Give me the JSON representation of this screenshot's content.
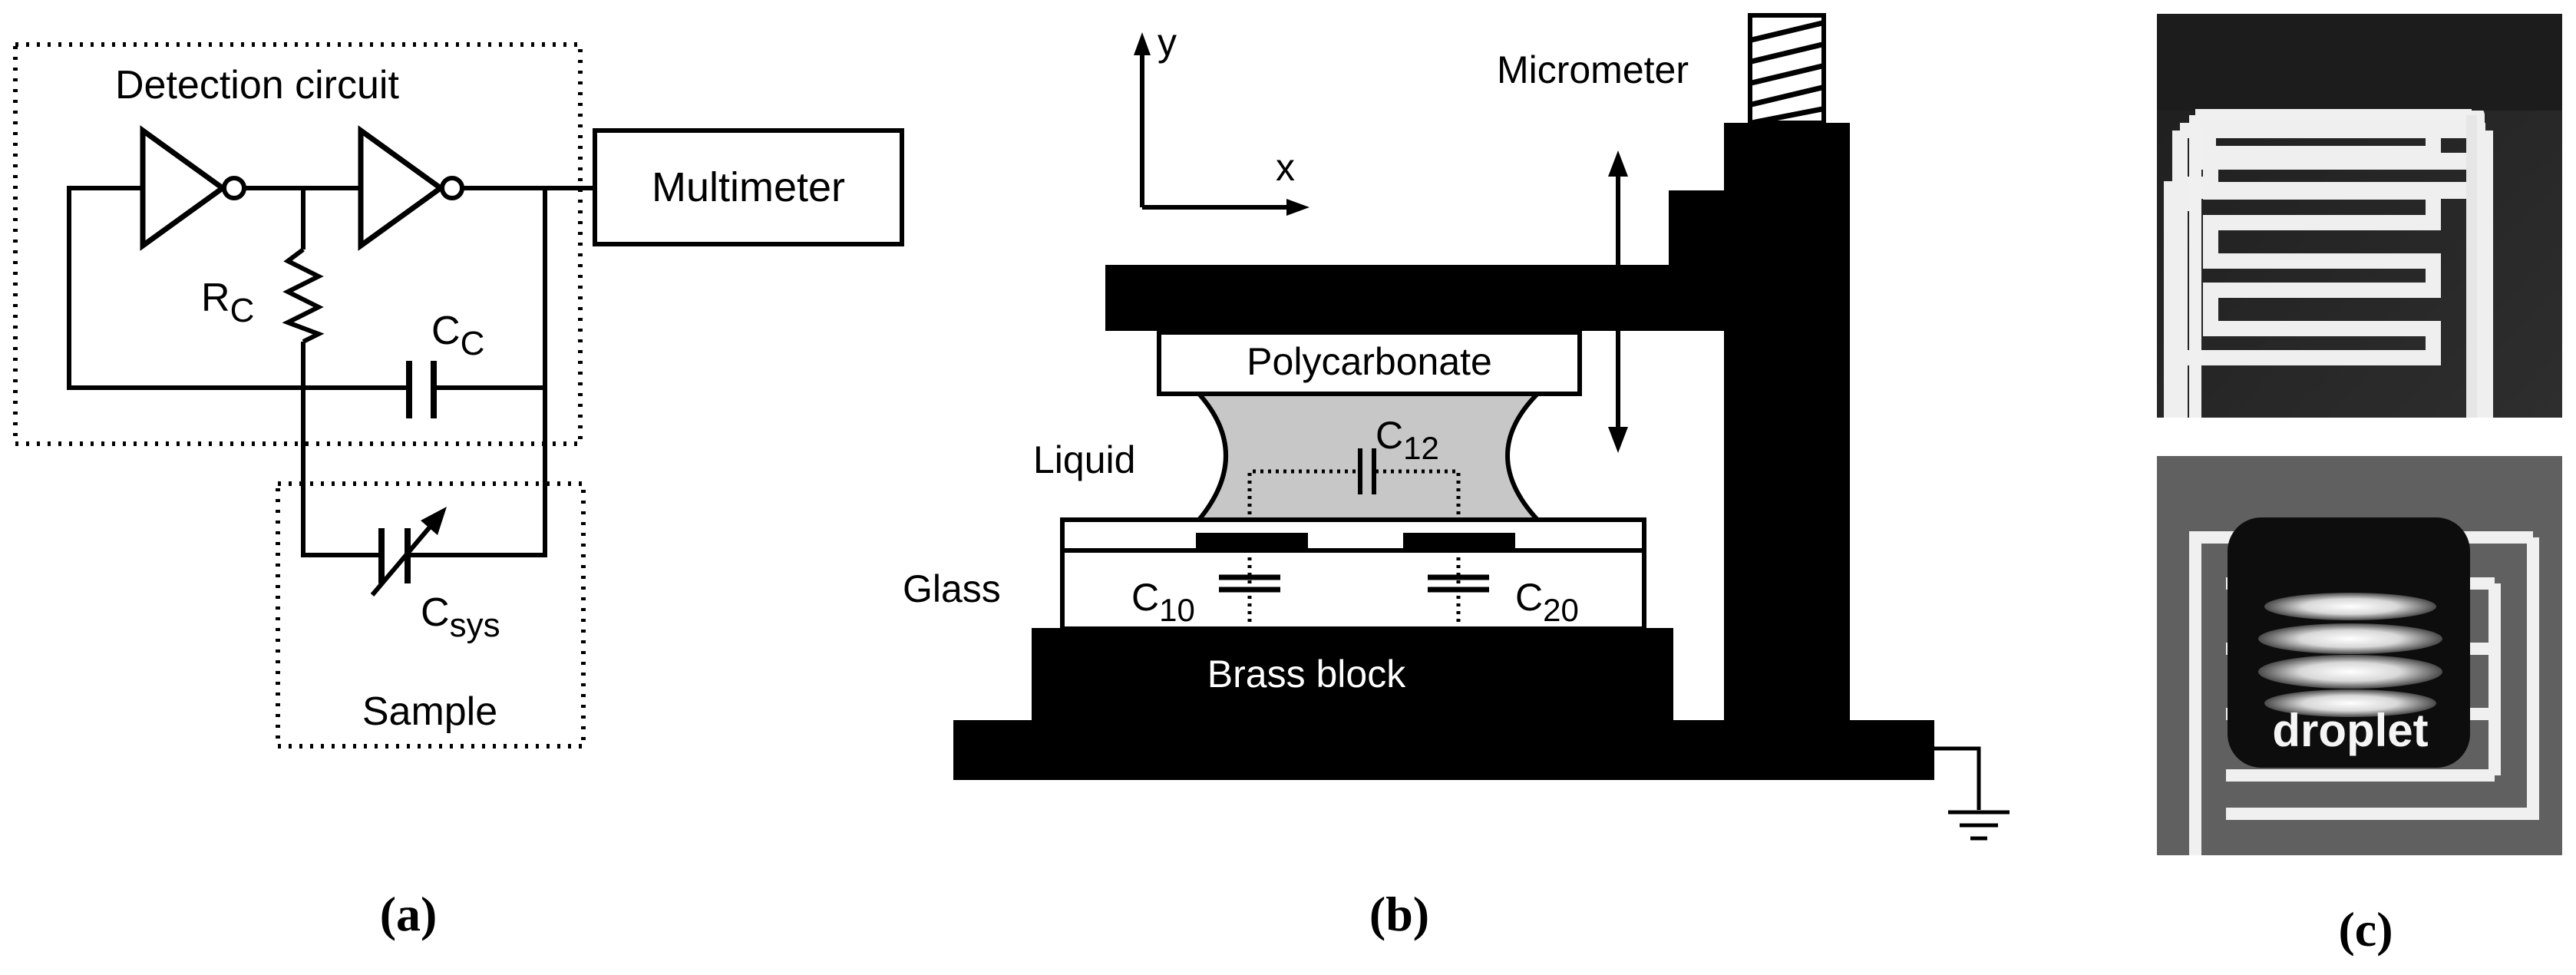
{
  "panel_a": {
    "caption": "(a)",
    "detection_label": "Detection circuit",
    "multimeter_label": "Multimeter",
    "rc_main": "R",
    "rc_sub": "C",
    "cc_main": "C",
    "cc_sub": "C",
    "csys_main": "C",
    "csys_sub": "sys",
    "sample_label": "Sample"
  },
  "panel_b": {
    "caption": "(b)",
    "axis_y": "y",
    "axis_x": "x",
    "micrometer_label": "Micrometer",
    "polycarbonate_label": "Polycarbonate",
    "liquid_label": "Liquid",
    "glass_label": "Glass",
    "c12_main": "C",
    "c12_sub": "12",
    "c10_main": "C",
    "c10_sub": "10",
    "c20_main": "C",
    "c20_sub": "20",
    "brass_label": "Brass block"
  },
  "panel_c": {
    "caption": "(c)",
    "droplet_label": "droplet"
  }
}
